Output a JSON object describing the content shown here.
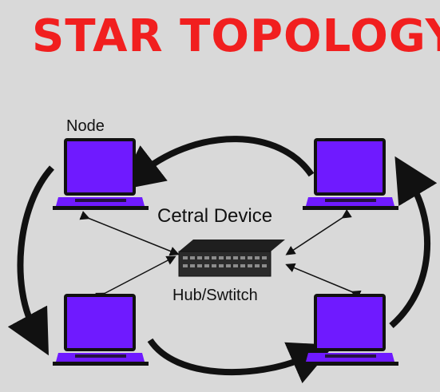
{
  "diagram": {
    "title": "STAR TOPOLOGY",
    "node_label": "Node",
    "central_label": "Cetral Device",
    "hub_label": "Hub/Swtitch"
  },
  "colors": {
    "background": "#d9d9d9",
    "title": "#f11f1f",
    "laptop_screen": "#6f1aff",
    "laptop_dark": "#111111",
    "switch_body": "#2b2b2b"
  },
  "icons": {
    "node": "laptop-icon",
    "central": "network-switch-icon"
  }
}
